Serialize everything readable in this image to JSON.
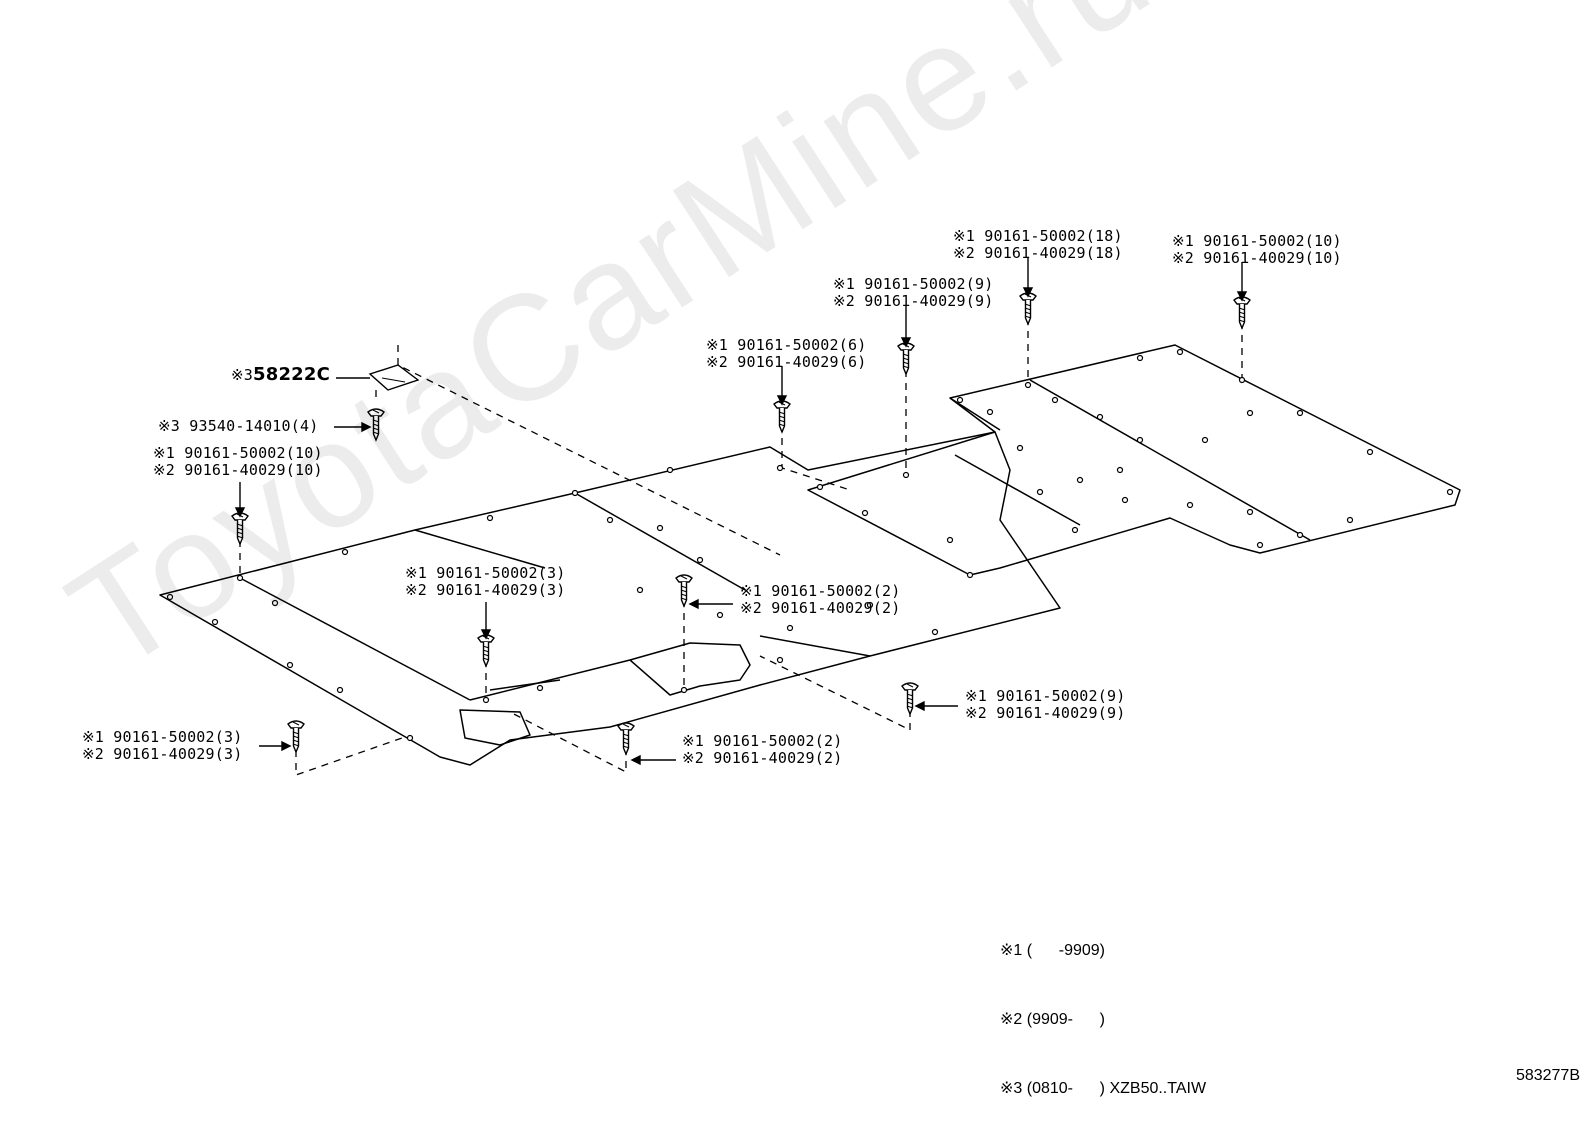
{
  "callouts": {
    "c01": {
      "l1": "※1 90161-50002(18)",
      "l2": "※2 90161-40029(18)"
    },
    "c02": {
      "l1": "※1 90161-50002(10)",
      "l2": "※2 90161-40029(10)"
    },
    "c03": {
      "l1": "※1 90161-50002(9)",
      "l2": "※2 90161-40029(9)"
    },
    "c04": {
      "l1": "※1 90161-50002(6)",
      "l2": "※2 90161-40029(6)"
    },
    "c05": {
      "prefix": "※3",
      "part": "58222C"
    },
    "c06": {
      "l1": "※3 93540-14010(4)"
    },
    "c07": {
      "l1": "※1 90161-50002(10)",
      "l2": "※2 90161-40029(10)"
    },
    "c08": {
      "l1": "※1 90161-50002(3)",
      "l2": "※2 90161-40029(3)"
    },
    "c09": {
      "l1": "※1 90161-50002(2)",
      "l2": "※2 90161-40029(2)"
    },
    "c10": {
      "l1": "※1 90161-50002(9)",
      "l2": "※2 90161-40029(9)"
    },
    "c11": {
      "l1": "※1 90161-50002(3)",
      "l2": "※2 90161-40029(3)"
    },
    "c12": {
      "l1": "※1 90161-50002(2)",
      "l2": "※2 90161-40029(2)"
    }
  },
  "legend": {
    "l1": "※1 (      -9909)",
    "l2": "※2 (9909-      )",
    "l3": "※3 (0810-      ) XZB50..TAIW"
  },
  "watermark": "ToyotaCarMine.ru",
  "diagram_code": "583277B"
}
